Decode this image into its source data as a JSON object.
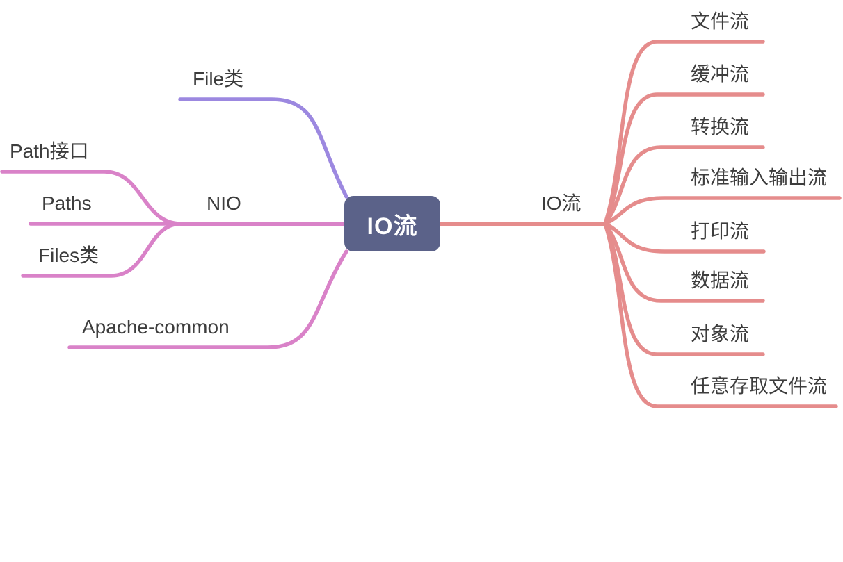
{
  "canvas": {
    "background": "#ffffff"
  },
  "colors": {
    "salmon": "#e58c8c",
    "pink": "#d982c8",
    "purple": "#9c88e0",
    "root_bg": "#5b6289",
    "root_text": "#ffffff",
    "label_text": "#3d3d3d"
  },
  "root": {
    "label": "IO流"
  },
  "branches": {
    "file_class": {
      "label": "File类"
    },
    "nio": {
      "label": "NIO",
      "children": [
        {
          "label": "Path接口"
        },
        {
          "label": "Paths"
        },
        {
          "label": "Files类"
        }
      ]
    },
    "apache_common": {
      "label": "Apache-common"
    },
    "io_stream": {
      "label": "IO流",
      "children": [
        {
          "label": "文件流"
        },
        {
          "label": "缓冲流"
        },
        {
          "label": "转换流"
        },
        {
          "label": "标准输入输出流"
        },
        {
          "label": "打印流"
        },
        {
          "label": "数据流"
        },
        {
          "label": "对象流"
        },
        {
          "label": "任意存取文件流"
        }
      ]
    }
  }
}
